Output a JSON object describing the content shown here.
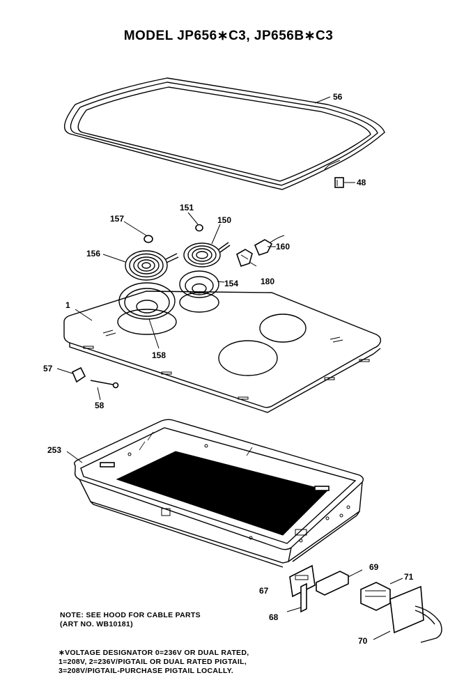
{
  "title": "MODEL JP656∗C3, JP656B∗C3",
  "callouts": {
    "c56": "56",
    "c48": "48",
    "c157": "157",
    "c151": "151",
    "c150": "150",
    "c160": "160",
    "c156": "156",
    "c180": "180",
    "c154": "154",
    "c1": "1",
    "c158": "158",
    "c57": "57",
    "c58": "58",
    "c253": "253",
    "c69": "69",
    "c71": "71",
    "c67": "67",
    "c68": "68",
    "c70": "70"
  },
  "note": {
    "line1": "NOTE: SEE HOOD FOR CABLE PARTS",
    "line2": "(ART NO. WB10181)"
  },
  "voltage_note": {
    "line1": "∗VOLTAGE DESIGNATOR 0=236V OR DUAL RATED,",
    "line2": "1=208V, 2=236V/PIGTAIL OR DUAL RATED PIGTAIL,",
    "line3": "3=208V/PIGTAIL-PURCHASE PIGTAIL LOCALLY."
  }
}
